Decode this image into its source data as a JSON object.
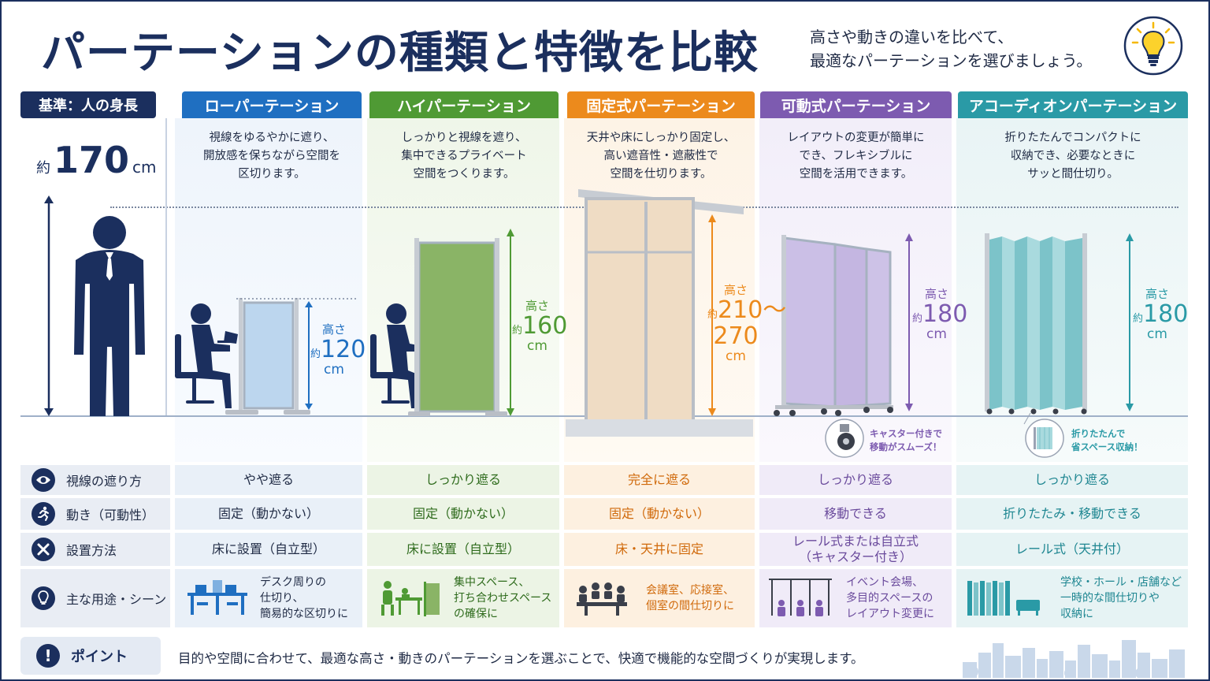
{
  "header": {
    "title": "パーテーションの種類と特徴を比較",
    "subtitle_line1": "高さや動きの違いを比べて、",
    "subtitle_line2": "最適なパーテーションを選びましょう。"
  },
  "reference": {
    "label": "基準：人の身長",
    "prefix": "約",
    "value": "170",
    "unit": "cm"
  },
  "colors": {
    "navy": "#1b2f5e",
    "low": "#1f6fc1",
    "high": "#4f9a34",
    "fixed": "#ec8a1c",
    "movable": "#7d5bb0",
    "accordion": "#2a9aa6"
  },
  "columns": [
    {
      "id": "low",
      "header": "ローパーテーション",
      "desc": [
        "視線をゆるやかに遮り、",
        "開放感を保ちながら空間を",
        "区切ります。"
      ],
      "height_label": "高さ",
      "height_prefix": "約",
      "height_value": "120",
      "height_unit": "cm",
      "sight": "やや遮る",
      "movement": "固定（動かない）",
      "install": [
        "床に設置（自立型）"
      ],
      "use": [
        "デスク周りの",
        "仕切り、",
        "簡易的な区切りに"
      ]
    },
    {
      "id": "high",
      "header": "ハイパーテーション",
      "desc": [
        "しっかりと視線を遮り、",
        "集中できるプライベート",
        "空間をつくります。"
      ],
      "height_label": "高さ",
      "height_prefix": "約",
      "height_value": "160",
      "height_unit": "cm",
      "sight": "しっかり遮る",
      "movement": "固定（動かない）",
      "install": [
        "床に設置（自立型）"
      ],
      "use": [
        "集中スペース、",
        "打ち合わせスペース",
        "の確保に"
      ]
    },
    {
      "id": "fixed",
      "header": "固定式パーテーション",
      "desc": [
        "天井や床にしっかり固定し、",
        "高い遮音性・遮蔽性で",
        "空間を仕切ります。"
      ],
      "height_label": "高さ",
      "height_prefix": "約",
      "height_value": "210～",
      "height_value2": "270",
      "height_unit": "cm",
      "sight": "完全に遮る",
      "movement": "固定（動かない）",
      "install": [
        "床・天井に固定"
      ],
      "use": [
        "会議室、応接室、",
        "個室の間仕切りに"
      ]
    },
    {
      "id": "movable",
      "header": "可動式パーテーション",
      "desc": [
        "レイアウトの変更が簡単に",
        "でき、フレキシブルに",
        "空間を活用できます。"
      ],
      "height_label": "高さ",
      "height_prefix": "約",
      "height_value": "180",
      "height_unit": "cm",
      "callout": [
        "キャスター付きで",
        "移動がスムーズ！"
      ],
      "sight": "しっかり遮る",
      "movement": "移動できる",
      "install": [
        "レール式または自立式",
        "（キャスター付き）"
      ],
      "use": [
        "イベント会場、",
        "多目的スペースの",
        "レイアウト変更に"
      ]
    },
    {
      "id": "accordion",
      "header": "アコーディオンパーテーション",
      "desc": [
        "折りたたんでコンパクトに",
        "収納でき、必要なときに",
        "サッと間仕切り。"
      ],
      "height_label": "高さ",
      "height_prefix": "約",
      "height_value": "180",
      "height_unit": "cm",
      "callout": [
        "折りたたんで",
        "省スペース収納！"
      ],
      "sight": "しっかり遮る",
      "movement": "折りたたみ・移動できる",
      "install": [
        "レール式（天井付）"
      ],
      "use": [
        "学校・ホール・店舗など",
        "一時的な間仕切りや",
        "収納に"
      ]
    }
  ],
  "rows": {
    "sight": "視線の遮り方",
    "movement": "動き（可動性）",
    "install": "設置方法",
    "use": "主な用途・シーン"
  },
  "icons": {
    "sight": "eye-icon",
    "movement": "running-person-icon",
    "install": "tools-icon",
    "use": "lightbulb-icon",
    "header": "lightbulb-icon",
    "point": "exclamation-icon"
  },
  "footer": {
    "point_label": "ポイント",
    "point_text": "目的や空間に合わせて、最適な高さ・動きのパーテーションを選ぶことで、快適で機能的な空間づくりが実現します。"
  }
}
